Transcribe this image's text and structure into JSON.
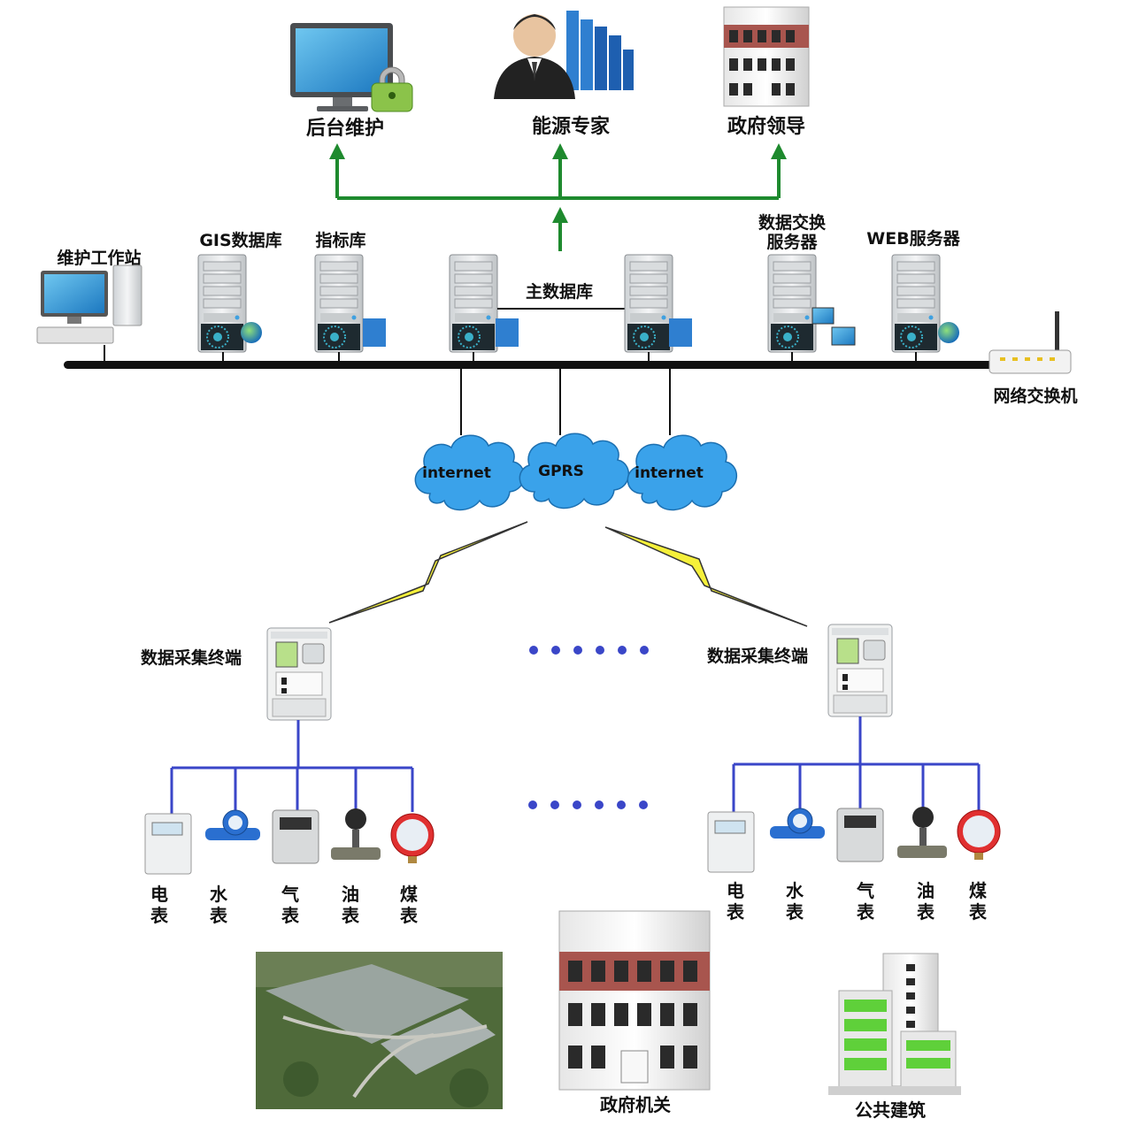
{
  "top": {
    "backend": "后台维护",
    "expert": "能源专家",
    "government_leader": "政府领导"
  },
  "servers": {
    "workstation": "维护工作站",
    "gis_db": "GIS数据库",
    "index_db": "指标库",
    "main_db": "主数据库",
    "exchange_line1": "数据交换",
    "exchange_line2": "服务器",
    "web": "WEB服务器",
    "switch": "网络交换机"
  },
  "clouds": [
    "internet",
    "GPRS",
    "internet"
  ],
  "terminals": {
    "left": "数据采集终端",
    "right": "数据采集终端"
  },
  "meters": [
    {
      "c1": "电",
      "c2": "表"
    },
    {
      "c1": "水",
      "c2": "表"
    },
    {
      "c1": "气",
      "c2": "表"
    },
    {
      "c1": "油",
      "c2": "表"
    },
    {
      "c1": "煤",
      "c2": "表"
    }
  ],
  "buildings": {
    "gov_office": "政府机关",
    "public_building": "公共建筑"
  },
  "colors": {
    "arrow_green": "#1e8a2e",
    "bus_line": "#111111",
    "meter_bus": "#3a46c8",
    "lightning": "#f5f03a",
    "cloud_fill": "#3aa2ea",
    "dots": "#3a46c8"
  }
}
